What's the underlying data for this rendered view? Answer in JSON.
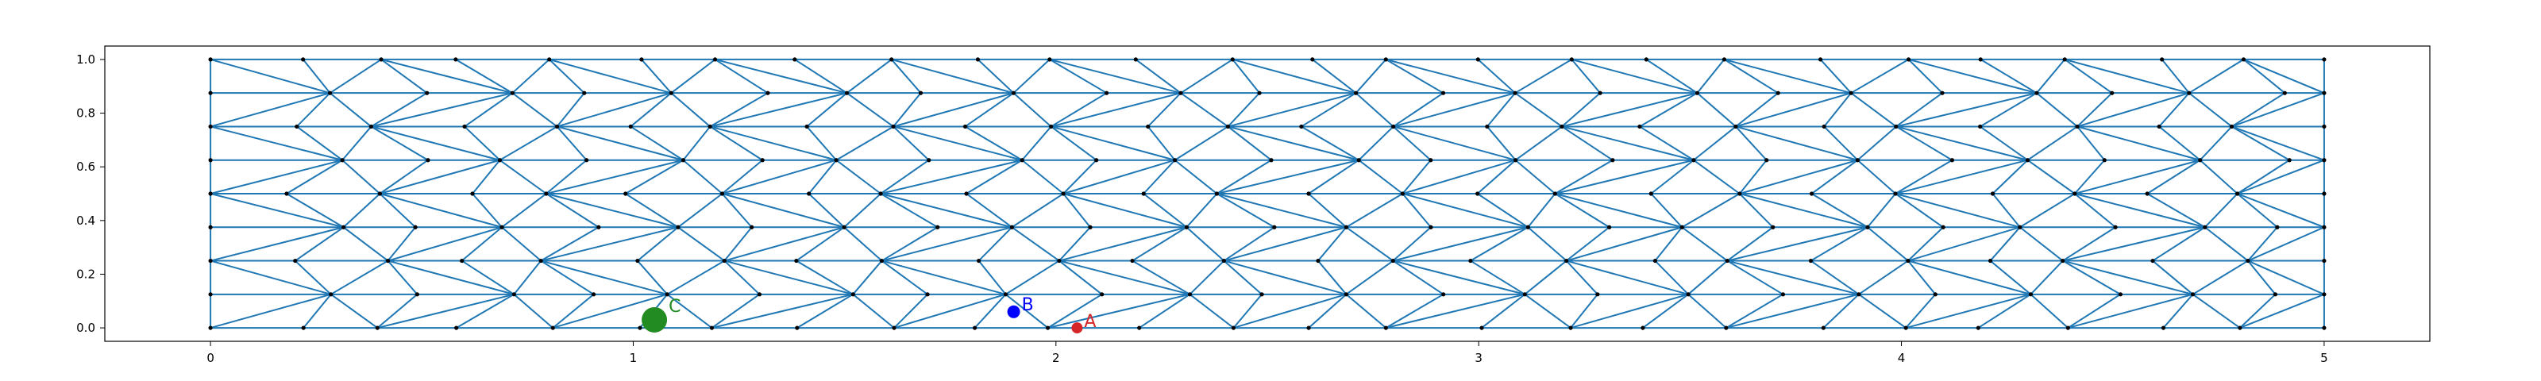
{
  "chart_data": {
    "type": "scatter",
    "title": "",
    "xlabel": "",
    "ylabel": "",
    "xlim": [
      -0.25,
      5.25
    ],
    "ylim": [
      -0.05,
      1.05
    ],
    "x_ticks": [
      0,
      1,
      2,
      3,
      4,
      5
    ],
    "y_ticks": [
      0.0,
      0.2,
      0.4,
      0.6,
      0.8,
      1.0
    ],
    "x_tick_labels": [
      "0",
      "1",
      "2",
      "3",
      "4",
      "5"
    ],
    "y_tick_labels": [
      "0.0",
      "0.2",
      "0.4",
      "0.6",
      "0.8",
      "1.0"
    ],
    "grid": false,
    "mesh": {
      "edge_color": "#1f77b4",
      "node_color": "#000000",
      "description": "triangulated mesh of a rectangular domain"
    },
    "markers": [
      {
        "label": "A",
        "x": 2.05,
        "y": 0.0,
        "color": "#d62728"
      },
      {
        "label": "B",
        "x": 1.9,
        "y": 0.06,
        "color": "#0000ff"
      },
      {
        "label": "C",
        "x": 1.05,
        "y": 0.03,
        "color": "#228b22"
      }
    ]
  }
}
